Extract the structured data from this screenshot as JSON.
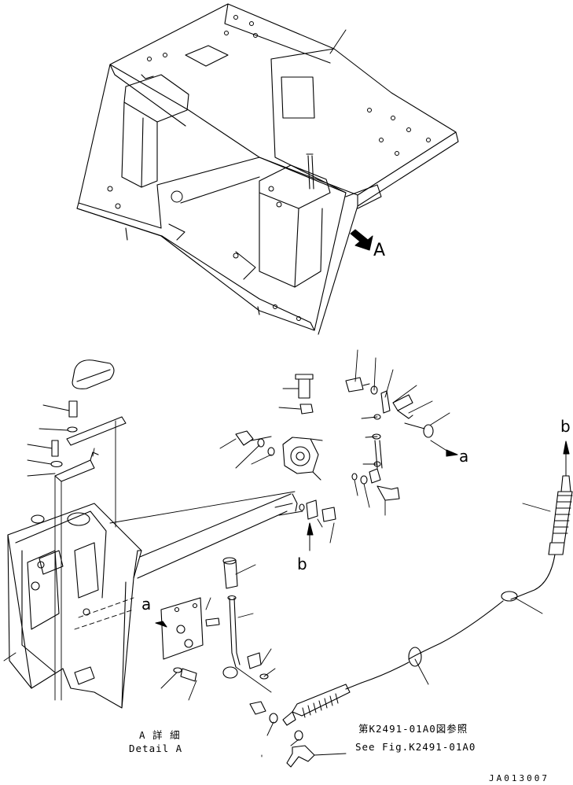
{
  "labels": {
    "view_a": "A",
    "ref_a_upper": "a",
    "ref_b_upper": "b",
    "ref_b_mid": "b",
    "ref_a_lower": "a",
    "detail_jp": "A 詳 細",
    "detail_en": "Detail A",
    "see_fig_jp": "第K2491-01A0図参照",
    "see_fig_en": "See Fig.K2491-01A0",
    "drawing_code": "JA013007"
  }
}
